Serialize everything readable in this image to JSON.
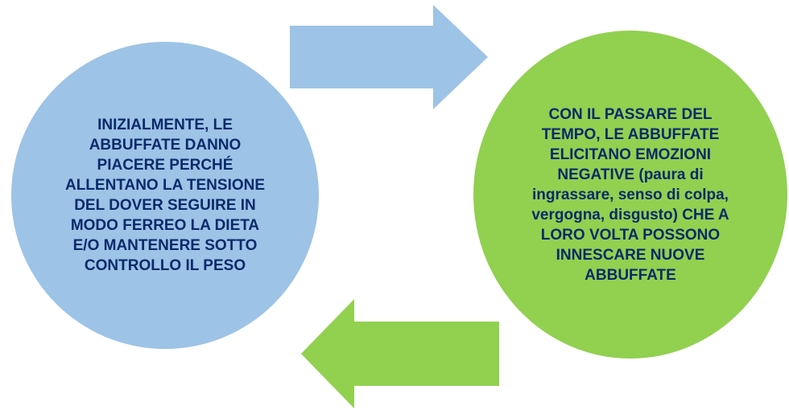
{
  "colors": {
    "blue_shape": "#9dc3e6",
    "green_shape": "#92d050",
    "text": "#0a2a6b"
  },
  "diagram": {
    "left_circle": {
      "text": "INIZIALMENTE, LE ABBUFFATE DANNO PIACERE PERCHÉ ALLENTANO LA TENSIONE DEL DOVER SEGUIRE IN MODO FERREO LA DIETA E/O MANTENERE SOTTO CONTROLLO IL PESO"
    },
    "right_circle": {
      "text": "CON IL PASSARE DEL TEMPO, LE ABBUFFATE ELICITANO EMOZIONI NEGATIVE (paura di ingrassare, senso di colpa, vergogna, disgusto) CHE A LORO VOLTA POSSONO INNESCARE NUOVE ABBUFFATE"
    },
    "top_arrow": {
      "direction": "right"
    },
    "bottom_arrow": {
      "direction": "left"
    }
  }
}
